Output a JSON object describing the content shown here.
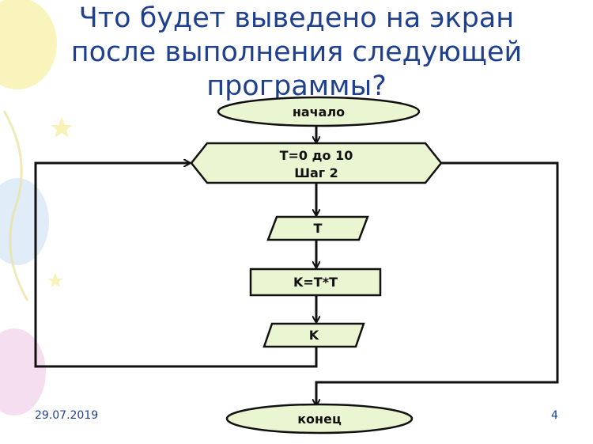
{
  "slide": {
    "title_lines": [
      "Что будет выведено на экран",
      "после выполнения следующей",
      "программы?"
    ],
    "date": "29.07.2019",
    "page_number": "4"
  },
  "flowchart": {
    "start": "начало",
    "loop_line1": "T=0 до 10",
    "loop_line2": "Шаг 2",
    "output_t": "T",
    "process": "K=T*T",
    "output_k": "K",
    "end": "конец"
  },
  "colors": {
    "title": "#1f3f8f",
    "node_fill": "#eaf5d2",
    "stroke": "#111111",
    "decor_yellow": "#f7efa6",
    "decor_blue": "#d8e8f6",
    "decor_pink": "#f2d6ec"
  }
}
